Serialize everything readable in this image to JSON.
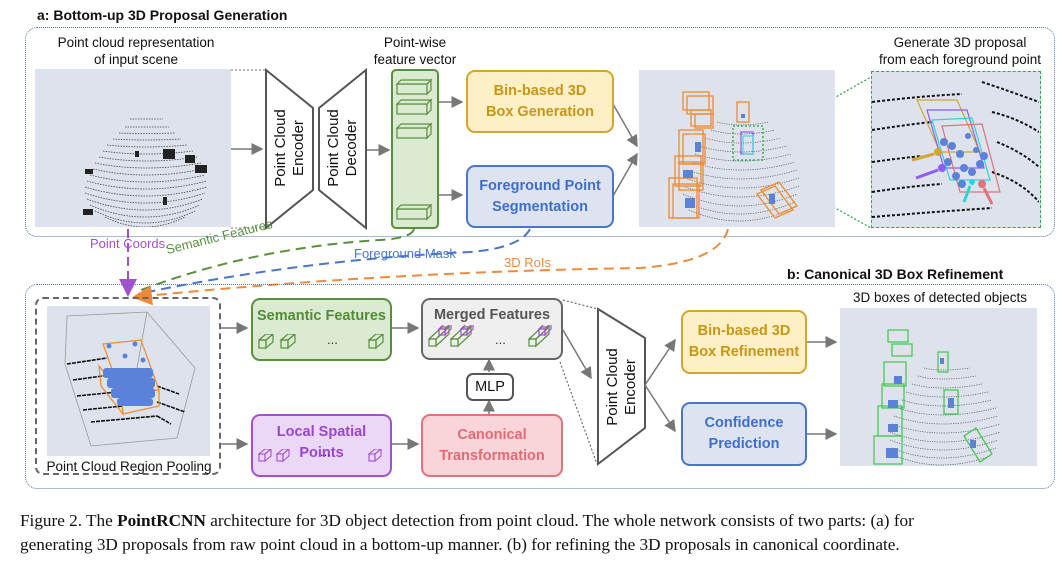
{
  "figure": {
    "section_a": {
      "title": "a: Bottom-up 3D Proposal Generation",
      "input_label": "Point cloud representation\nof input scene",
      "input_label_line1": "Point cloud representation",
      "input_label_line2": "of input scene",
      "encoder_label": "Point Cloud\nEncoder",
      "decoder_label": "Point Cloud\nDecoder",
      "feature_vector_label_line1": "Point-wise",
      "feature_vector_label_line2": "feature vector",
      "box_generation_label": "Bin-based 3D\nBox Generation",
      "segmentation_label": "Foreground Point\nSegmentation",
      "proposal_label_line1": "Generate 3D proposal",
      "proposal_label_line2": "from each foreground point"
    },
    "flows": {
      "point_coords": "Point Coords.",
      "semantic_features": "Semantic Features",
      "foreground_mask": "Foreground Mask",
      "rois": "3D RoIs"
    },
    "section_b": {
      "title": "b: Canonical 3D Box Refinement",
      "pooling_label": "Point Cloud Region Pooling",
      "semantic_features_label": "Semantic Features",
      "local_spatial_label": "Local Spatial Points",
      "merged_features_label": "Merged Features",
      "mlp_label": "MLP",
      "canonical_label": "Canonical\nTransformation",
      "encoder_label": "Point Cloud\nEncoder",
      "box_refinement_label": "Bin-based 3D\nBox Refinement",
      "confidence_label": "Confidence\nPrediction",
      "output_label": "3D boxes of detected objects",
      "ellipsis": "..."
    },
    "colors": {
      "semantic": "#5a8f3e",
      "foreground": "#4a76c9",
      "rois": "#ef8a3c",
      "point_coords": "#a44fd3",
      "proposal_box": "#f28a2a",
      "detected_box": "#3cc94a"
    },
    "caption": {
      "prefix": "Figure 2. The ",
      "model": "PointRCNN",
      "rest_line1": " architecture for 3D object detection from point cloud.  The whole network consists of two parts: (a) for",
      "line2": "generating 3D proposals from raw point cloud in a bottom-up manner. (b) for refining the 3D proposals in canonical coordinate."
    }
  }
}
